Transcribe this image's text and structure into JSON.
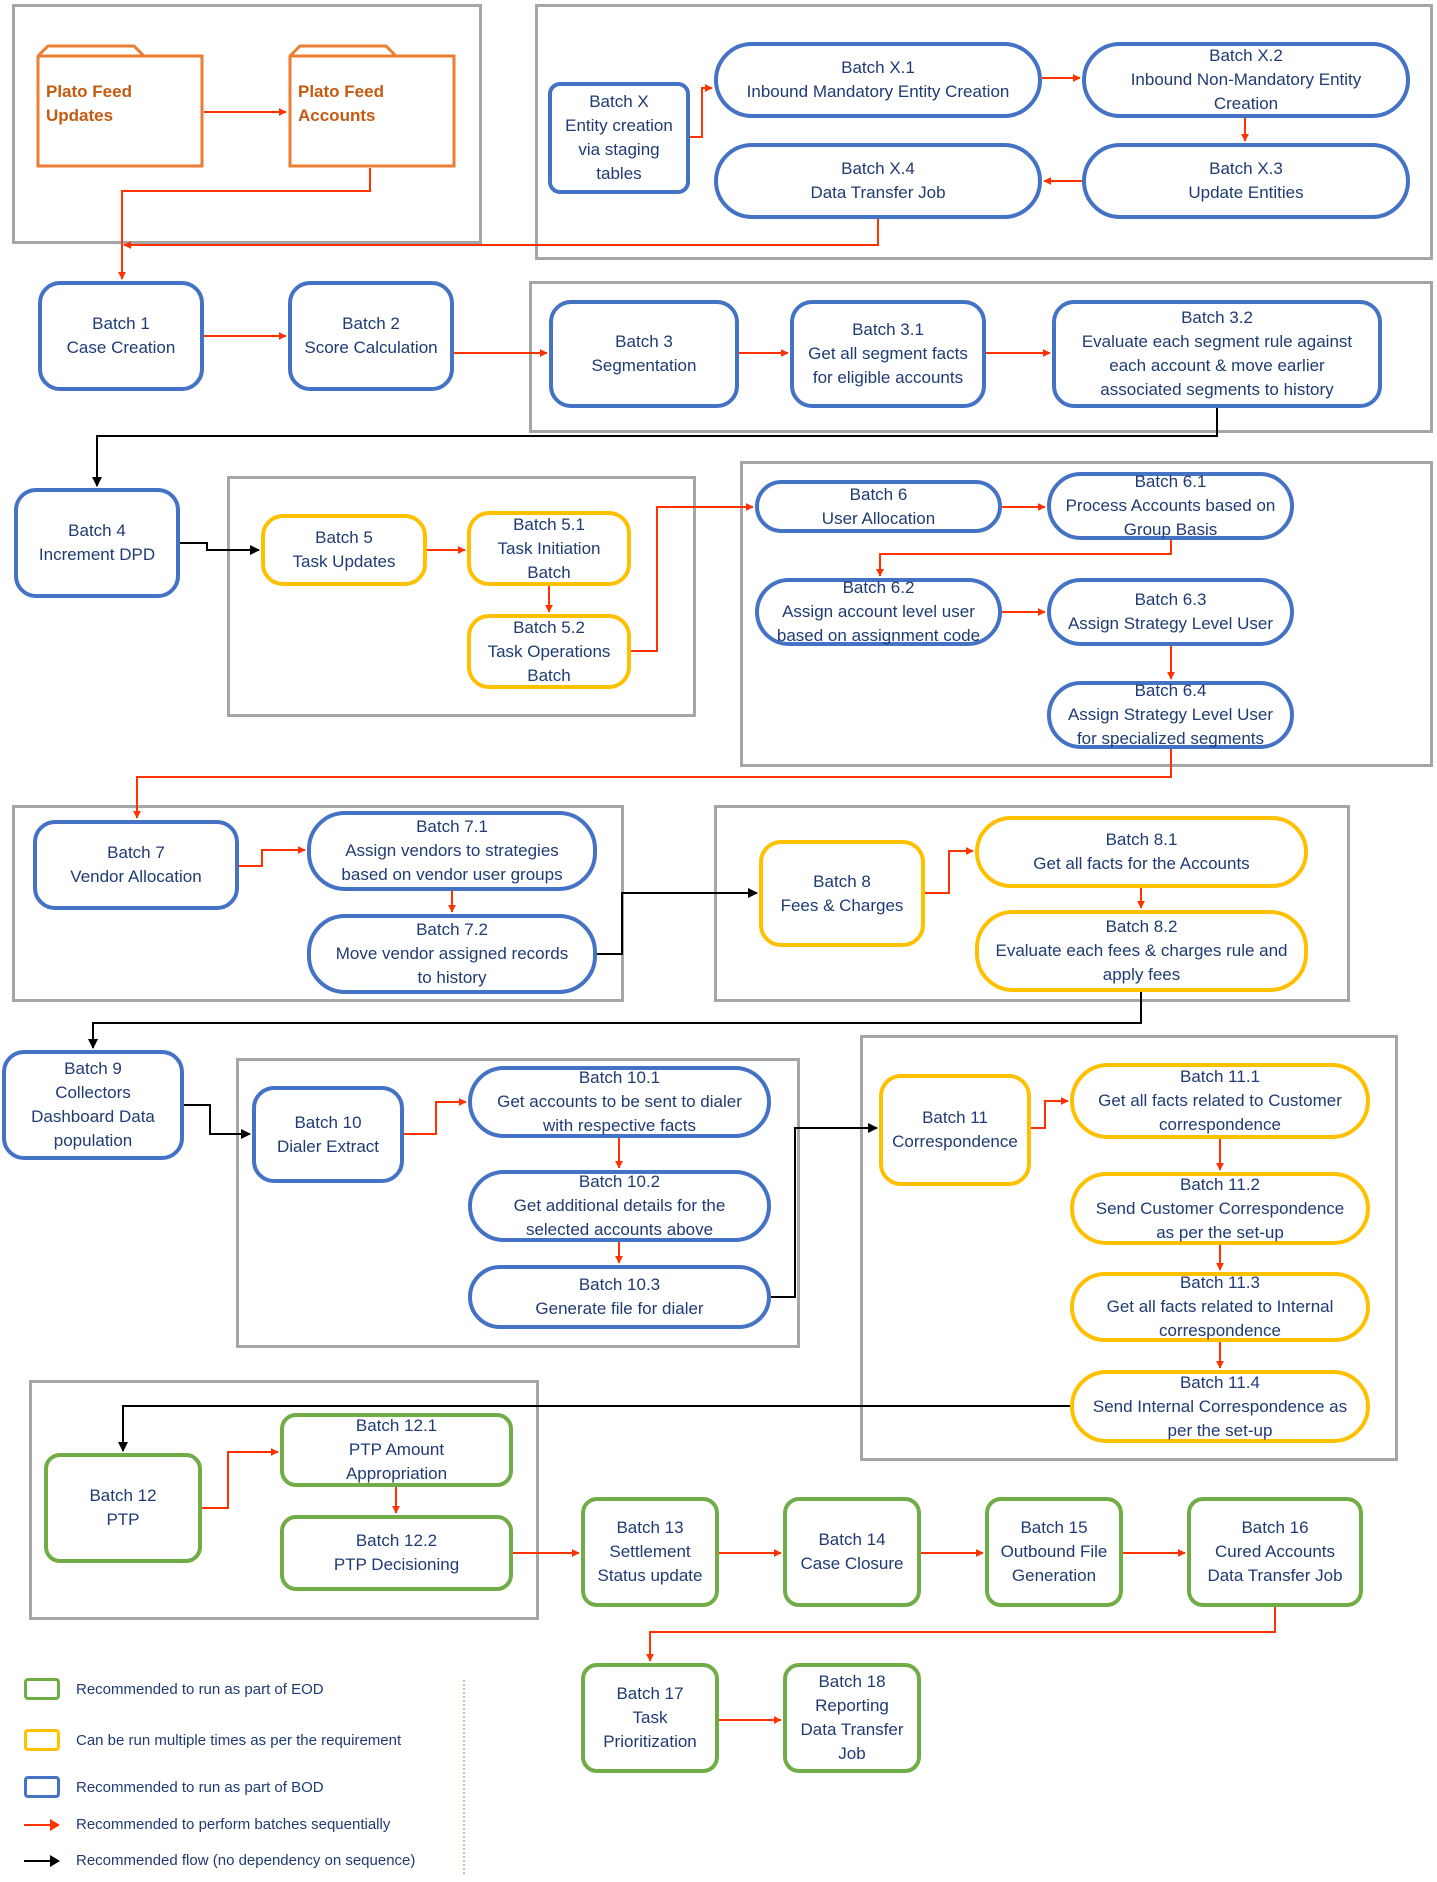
{
  "top": {
    "plato_feed_updates": "Plato Feed\nUpdates",
    "plato_feed_accounts": "Plato Feed\nAccounts"
  },
  "batch_x": {
    "x": "Batch X\nEntity creation\nvia staging\ntables",
    "x1": "Batch X.1\nInbound Mandatory Entity Creation",
    "x2": "Batch X.2\nInbound Non-Mandatory Entity\nCreation",
    "x3": "Batch X.3\nUpdate Entities",
    "x4": "Batch X.4\nData Transfer Job"
  },
  "batches": {
    "b1": "Batch 1\nCase Creation",
    "b2": "Batch 2\nScore Calculation",
    "b3": "Batch 3\nSegmentation",
    "b3_1": "Batch 3.1\nGet all segment facts\nfor eligible accounts",
    "b3_2": "Batch 3.2\nEvaluate each segment rule against\neach account & move earlier\nassociated segments to history",
    "b4": "Batch 4\nIncrement DPD",
    "b5": "Batch 5\nTask Updates",
    "b5_1": "Batch 5.1\nTask Initiation\nBatch",
    "b5_2": "Batch 5.2\nTask Operations\nBatch",
    "b6": "Batch 6\nUser Allocation",
    "b6_1": "Batch 6.1\nProcess Accounts based on\nGroup Basis",
    "b6_2": "Batch 6.2\nAssign account level user\nbased on assignment code",
    "b6_3": "Batch 6.3\nAssign Strategy Level User",
    "b6_4": "Batch 6.4\nAssign Strategy Level User\nfor specialized segments",
    "b7": "Batch 7\nVendor Allocation",
    "b7_1": "Batch 7.1\nAssign vendors to strategies\nbased on vendor user groups",
    "b7_2": "Batch 7.2\nMove vendor assigned records\nto history",
    "b8": "Batch 8\nFees & Charges",
    "b8_1": "Batch 8.1\nGet all facts for the Accounts",
    "b8_2": "Batch 8.2\nEvaluate each fees & charges rule and\napply fees",
    "b9": "Batch 9\nCollectors\nDashboard Data\npopulation",
    "b10": "Batch 10\nDialer Extract",
    "b10_1": "Batch 10.1\nGet accounts to be sent to dialer\nwith respective facts",
    "b10_2": "Batch 10.2\nGet additional details for the\nselected accounts above",
    "b10_3": "Batch 10.3\nGenerate file for dialer",
    "b11": "Batch 11\nCorrespondence",
    "b11_1": "Batch 11.1\nGet all facts related to Customer\ncorrespondence",
    "b11_2": "Batch 11.2\nSend Customer Correspondence\nas per the set-up",
    "b11_3": "Batch 11.3\nGet all facts related to Internal\ncorrespondence",
    "b11_4": "Batch 11.4\nSend Internal  Correspondence as\nper the set-up",
    "b12": "Batch 12\nPTP",
    "b12_1": "Batch 12.1\nPTP Amount\nAppropriation",
    "b12_2": "Batch 12.2\nPTP Decisioning",
    "b13": "Batch 13\nSettlement\nStatus update",
    "b14": "Batch 14\nCase Closure",
    "b15": "Batch 15\nOutbound File\nGeneration",
    "b16": "Batch 16\nCured Accounts\nData Transfer Job",
    "b17": "Batch 17\nTask\nPrioritization",
    "b18": "Batch 18\nReporting\nData Transfer\nJob"
  },
  "legend": {
    "eod": "Recommended to run as part of EOD",
    "multiple": "Can be run multiple times as per the requirement",
    "bod": "Recommended to run as part of BOD",
    "sequential": "Recommended to perform batches sequentially",
    "flow": "Recommended flow (no dependency on sequence)"
  },
  "colors": {
    "blue": "#4472c4",
    "yellow": "#ffc000",
    "green": "#70ad47",
    "orange": "#ed7d31",
    "red_arrow": "#ff3300",
    "black_arrow": "#000000",
    "frame": "#a6a6a6"
  }
}
